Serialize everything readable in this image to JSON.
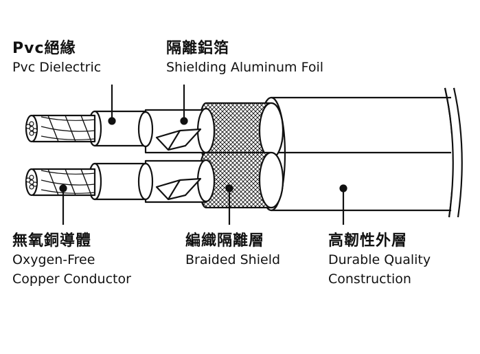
{
  "labels": {
    "dielectric": {
      "zh": "Pvc絕緣",
      "en": "Pvc Dielectric"
    },
    "foil": {
      "zh": "隔離鋁箔",
      "en": "Shielding Aluminum Foil"
    },
    "conductor": {
      "zh": "無氧銅導體",
      "en_line1": "Oxygen-Free",
      "en_line2": "Copper Conductor"
    },
    "braid": {
      "zh": "編織隔離層",
      "en": "Braided Shield"
    },
    "jacket": {
      "zh": "高韌性外層",
      "en_line1": "Durable Quality",
      "en_line2": "Construction"
    }
  },
  "colors": {
    "stroke": "#111111",
    "fill": "#ffffff"
  }
}
